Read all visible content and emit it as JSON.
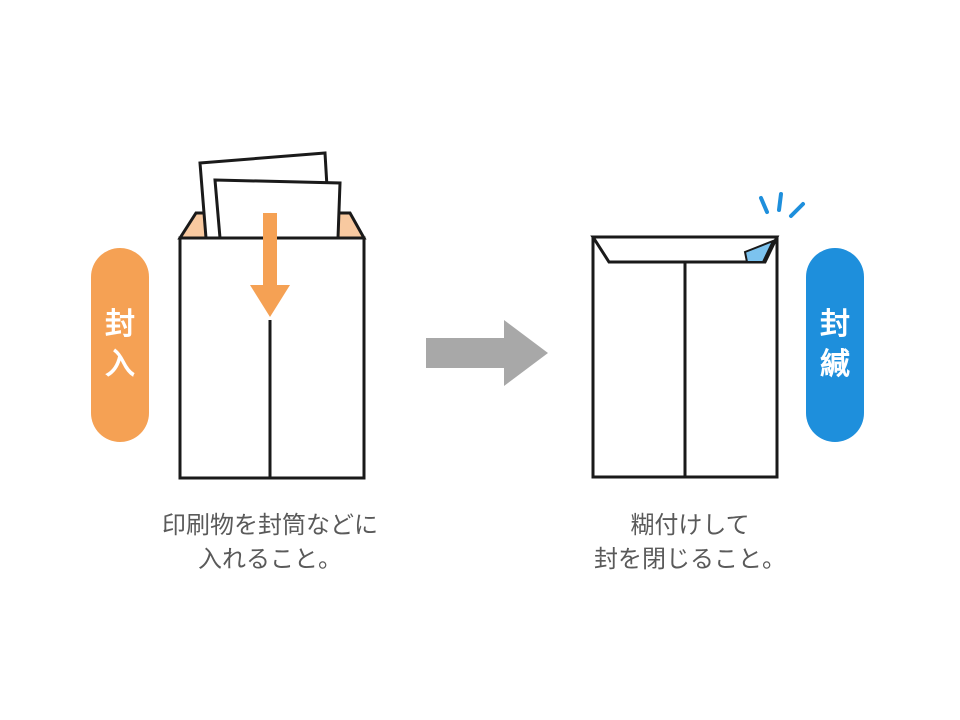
{
  "colors": {
    "orange_accent": "#f5a154",
    "orange_inner": "#f8c9a0",
    "blue_accent": "#1e8fdc",
    "light_blue_seal": "#7cc3ef",
    "arrow_gray": "#a8a8a8",
    "caption_text": "#5a5a5a",
    "outline": "#1a1a1a"
  },
  "step_insert": {
    "badge_chars": [
      "封",
      "入"
    ],
    "caption_lines": [
      "印刷物を封筒などに",
      "入れること。"
    ],
    "icons": [
      "envelope-open-icon",
      "papers-icon",
      "down-arrow-icon"
    ]
  },
  "transition": {
    "icon": "right-arrow-icon"
  },
  "step_seal": {
    "badge_chars": [
      "封",
      "緘"
    ],
    "caption_lines": [
      "糊付けして",
      "封を閉じること。"
    ],
    "icons": [
      "envelope-sealed-icon",
      "glue-sparkle-icon"
    ]
  }
}
